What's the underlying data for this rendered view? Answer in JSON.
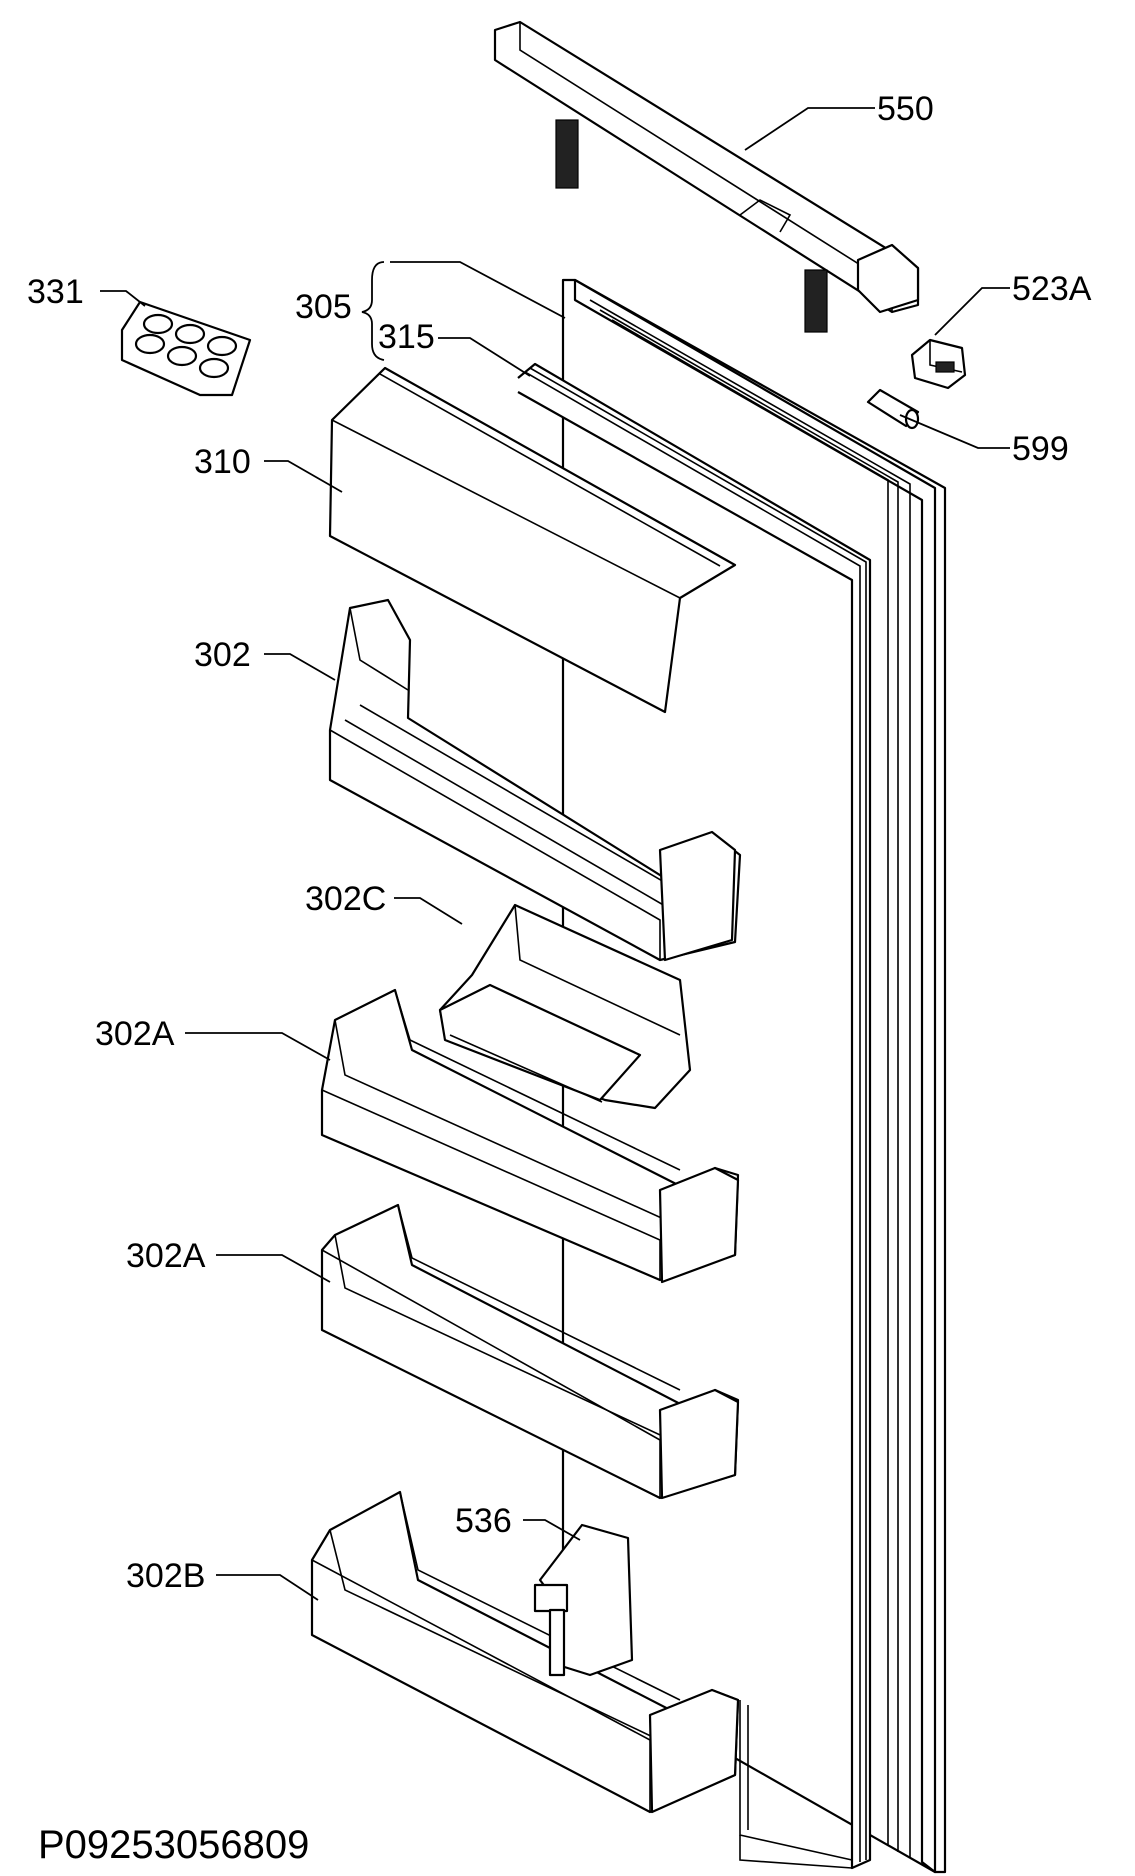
{
  "diagram": {
    "drawing_code": "P09253056809",
    "labels": {
      "p550": "550",
      "p523a": "523A",
      "p599": "599",
      "p331": "331",
      "p305": "305",
      "p315": "315",
      "p310": "310",
      "p302": "302",
      "p302c": "302C",
      "p302a_1": "302A",
      "p302a_2": "302A",
      "p302b": "302B",
      "p536": "536"
    }
  }
}
